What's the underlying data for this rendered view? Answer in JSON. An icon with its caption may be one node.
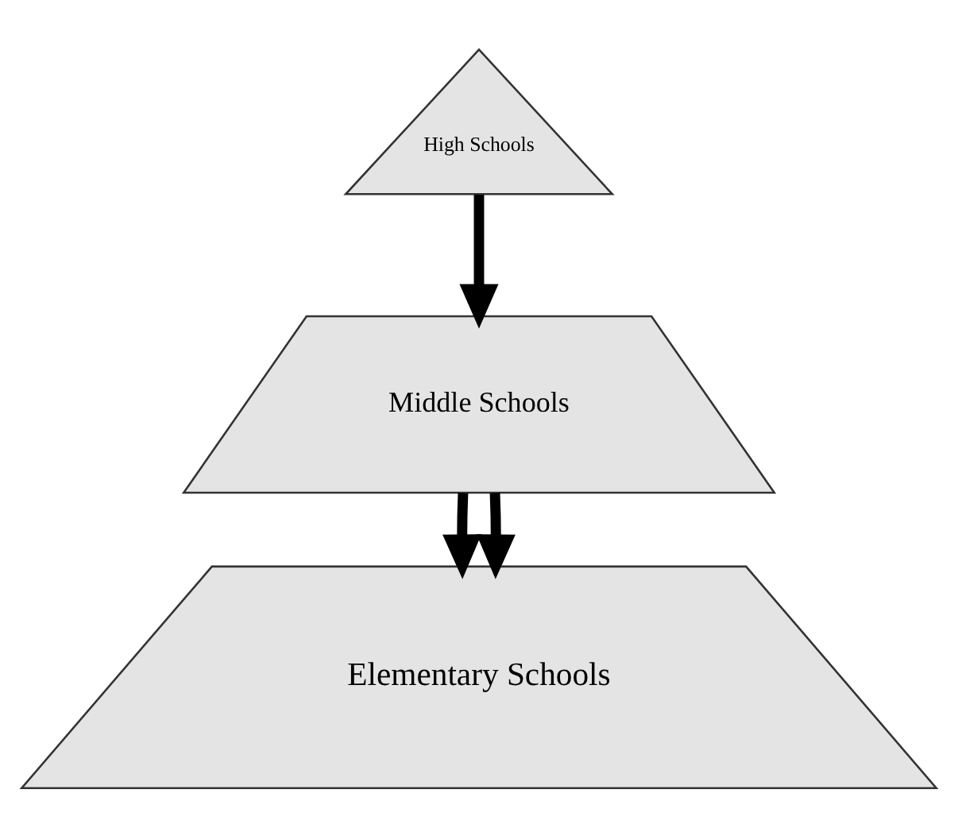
{
  "diagram": {
    "nodes": [
      {
        "text": [
          "High Schools"
        ]
      },
      {
        "text": [
          "Middle Schools"
        ]
      },
      {
        "text": [
          "Elementary Schools"
        ]
      }
    ],
    "edges": [
      {
        "from": 0,
        "to": 1,
        "arrow": "to"
      },
      {
        "from": 1,
        "to": 2,
        "arrow": "to"
      },
      {
        "from": 1,
        "to": 2,
        "arrow": "to"
      }
    ]
  }
}
